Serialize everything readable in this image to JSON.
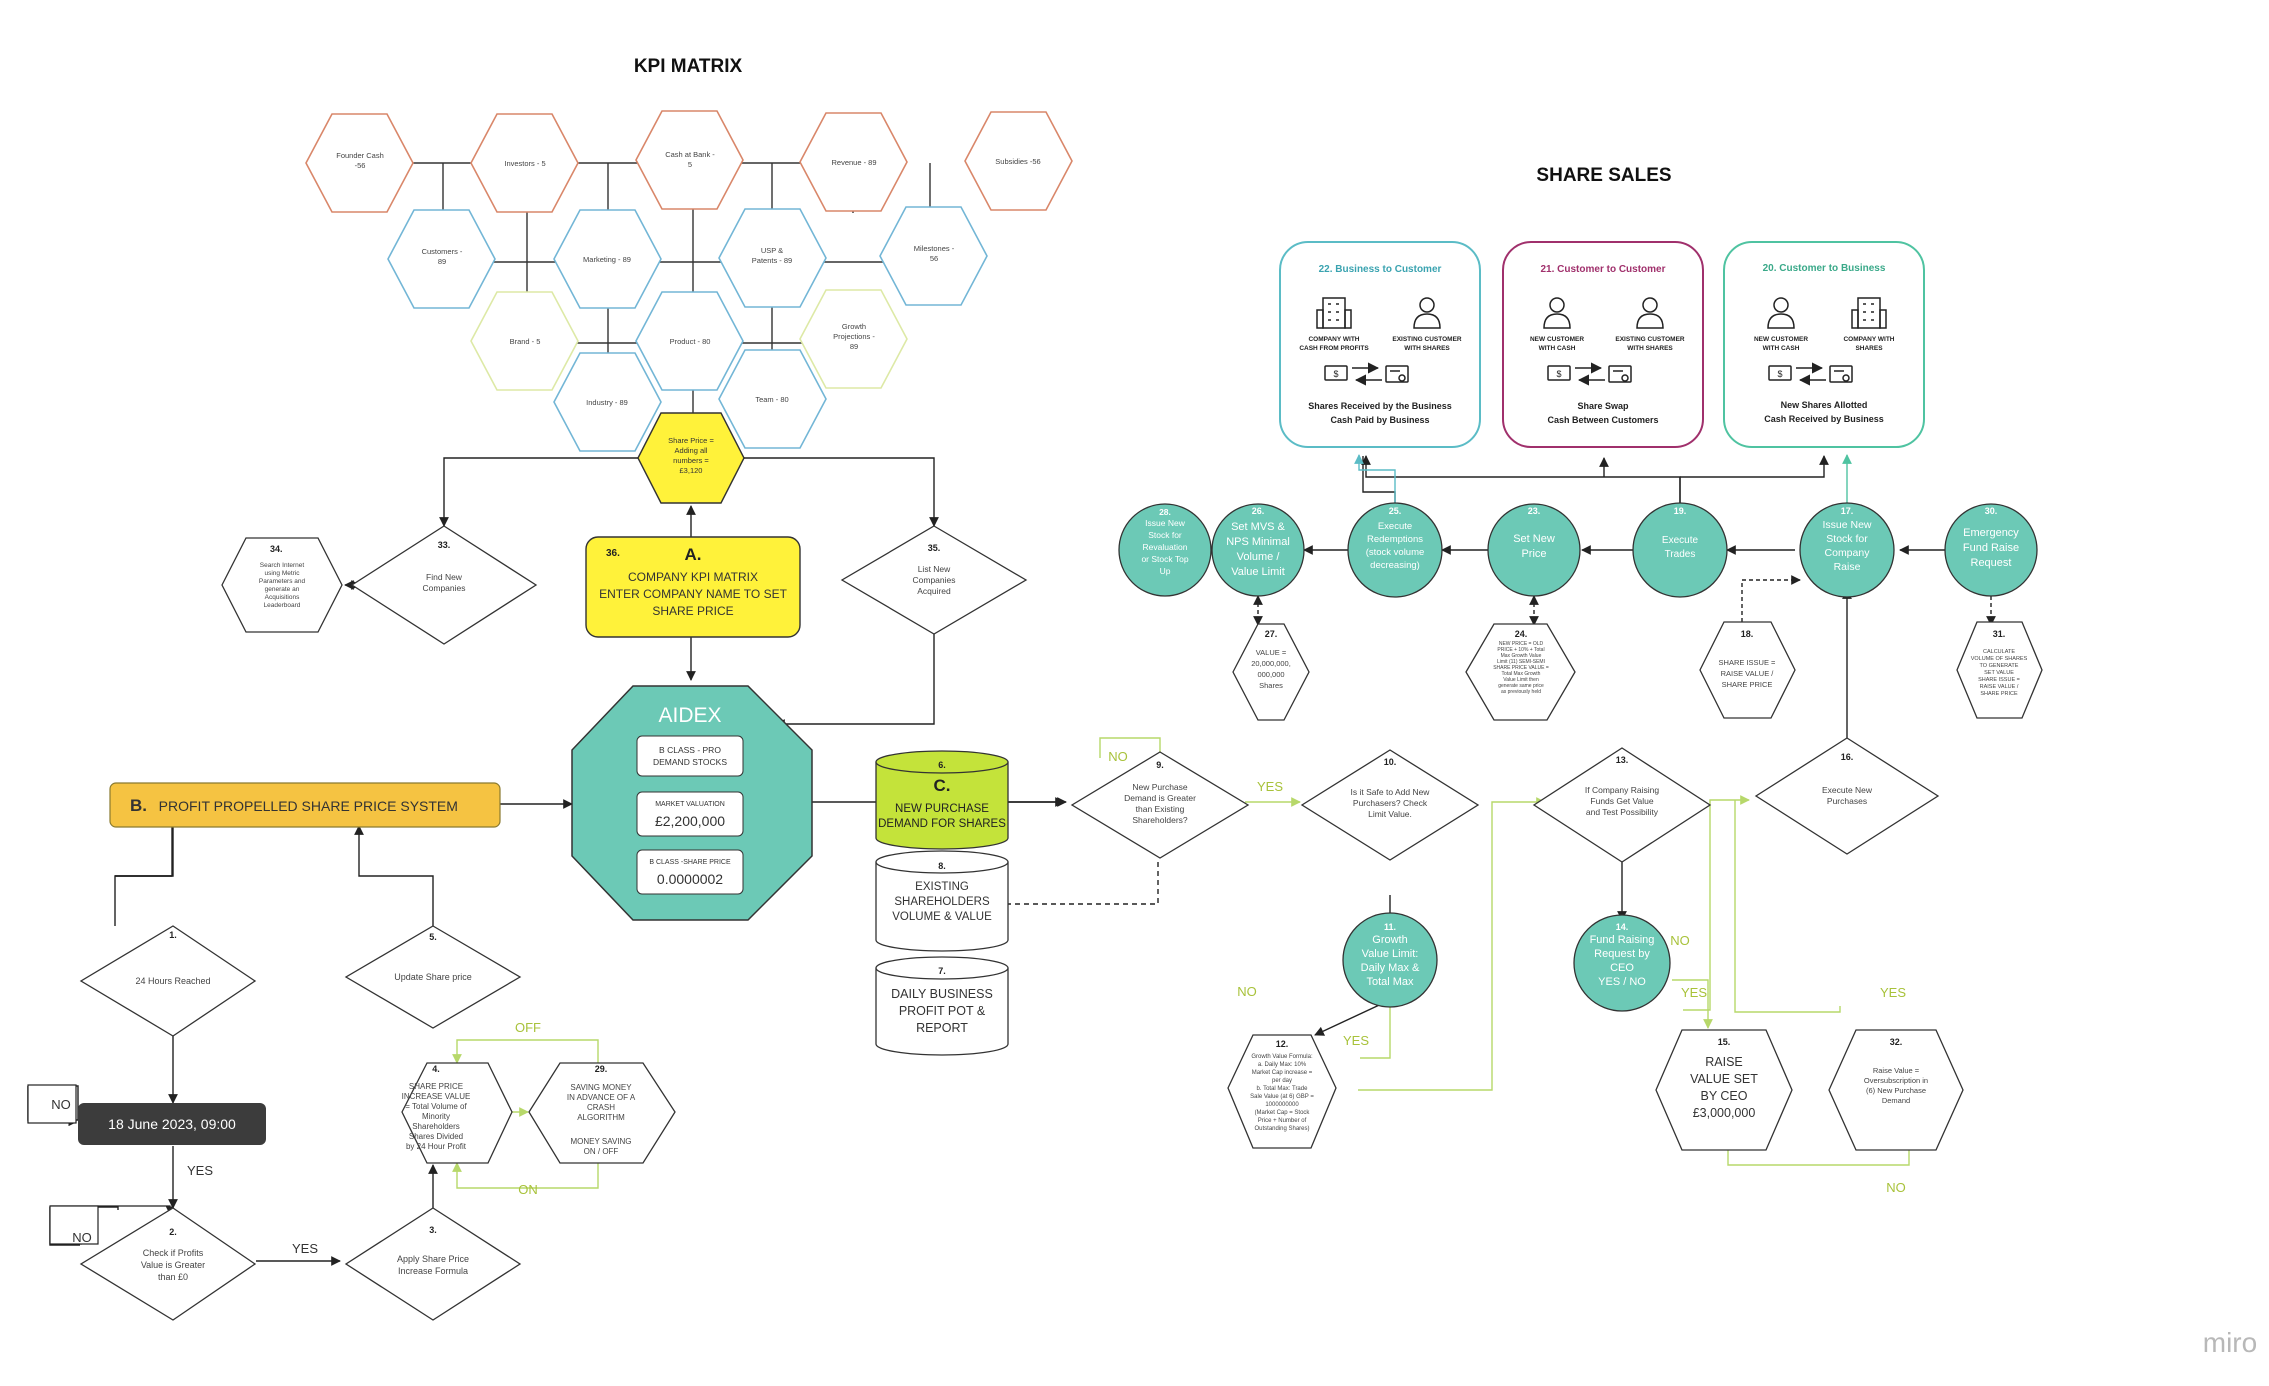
{
  "titles": {
    "kpi_matrix": "KPI MATRIX",
    "share_sales": "SHARE SALES",
    "watermark": "miro"
  },
  "kpi_hexes": {
    "founder_cash": "Founder Cash -56",
    "investors": "Investors - 5",
    "cash_at_bank": "Cash at Bank - 5",
    "revenue": "Revenue - 89",
    "subsidies": "Subsidies -56",
    "customers": "Customers - 89",
    "marketing": "Marketing - 89",
    "usp_patents": "USP & Patents - 89",
    "milestones": "Milestones - 56",
    "brand": "Brand - 5",
    "product": "Product - 80",
    "growth_projections": "Growth Projections - 89",
    "industry": "Industry - 89",
    "team": "Team - 80",
    "share_price": "Share Price = Adding all numbers = £3,120"
  },
  "left_flow": {
    "n33_num": "33.",
    "n33_text": "Find New Companies",
    "n34_num": "34.",
    "n34_text": "Search Internet using Metric Parameters and generate an Acquisitions Leaderboard",
    "n35_num": "35.",
    "n35_text": "List New Companies Acquired",
    "n36_num": "36.",
    "a_letter": "A.",
    "a_text": "COMPANY KPI MATRIX ENTER COMPANY NAME TO SET SHARE PRICE",
    "b_text": "B.   PROFIT PROPELLED SHARE PRICE SYSTEM",
    "aidex": "AIDEX",
    "aidex_class": "B CLASS - PRO DEMAND STOCKS",
    "aidex_mv_label": "MARKET VALUATION",
    "aidex_mv_value": "£2,200,000",
    "aidex_sp_label": "B CLASS -SHARE PRICE",
    "aidex_sp_value": "0.0000002",
    "c_num": "6.",
    "c_letter": "C.",
    "c_text": "NEW PURCHASE DEMAND FOR SHARES",
    "n8_num": "8.",
    "n8_text": "EXISTING SHAREHOLDERS VOLUME & VALUE",
    "n7_num": "7.",
    "n7_text": "DAILY BUSINESS PROFIT POT & REPORT",
    "n1_num": "1.",
    "n1_text": "24 Hours Reached",
    "n5_num": "5.",
    "n5_text": "Update Share price",
    "date_label": "18 June 2023, 09:00",
    "n2_num": "2.",
    "n2_text": "Check if Profits Value is Greater than £0",
    "n3_num": "3.",
    "n3_text": "Apply Share Price Increase Formula",
    "n4_num": "4.",
    "n4_text": "SHARE PRICE INCREASE VALUE = Total Volume of Minority Shareholders Shares Divided by 24 Hour Profit",
    "n29_num": "29.",
    "n29_text": "SAVING MONEY IN ADVANCE OF A CRASH ALGORITHM",
    "n29_sub": "MONEY SAVING ON / OFF",
    "lbl_no": "NO",
    "lbl_yes": "YES",
    "lbl_off": "OFF",
    "lbl_on": "ON"
  },
  "right_flow": {
    "n9_num": "9.",
    "n9_text": "New Purchase Demand is Greater than Existing Shareholders?",
    "n10_num": "10.",
    "n10_text": "Is it Safe to Add New Purchasers? Check Limit Value.",
    "n11_num": "11.",
    "n11_text": "Growth Value Limit: Daily Max & Total Max",
    "n12_num": "12.",
    "n12_text": "Growth Value Formula: a. Daily Max: 10% Market Cap increase = per day b. Total Max: Trade Sale Value (at 6) GBP = 1000000000 (Market Cap = Stock Price + Number of Outstanding Shares)",
    "n13_num": "13.",
    "n13_text": "If Company Raising Funds Get Value and Test Possibility",
    "n14_num": "14.",
    "n14_text": "Fund Raising Request by CEO YES / NO",
    "n15_num": "15.",
    "n15_text": "RAISE VALUE SET BY CEO £3,000,000",
    "n32_num": "32.",
    "n32_text": "Raise Value = Oversubscription in (6) New Purchase Demand",
    "n16_num": "16.",
    "n16_text": "Execute New Purchases",
    "lbl_no": "NO",
    "lbl_yes": "YES"
  },
  "share_sales": {
    "box22_title": "22. Business to Customer",
    "box22_a": "COMPANY WITH CASH FROM PROFITS",
    "box22_b": "EXISTING CUSTOMER WITH SHARES",
    "box22_c1": "Shares Received by the Business",
    "box22_c2": "Cash Paid by Business",
    "box21_title": "21. Customer to Customer",
    "box21_a": "NEW CUSTOMER WITH CASH",
    "box21_b": "EXISTING CUSTOMER WITH SHARES",
    "box21_c1": "Share Swap",
    "box21_c2": "Cash Between Customers",
    "box20_title": "20. Customer to Business",
    "box20_a": "NEW CUSTOMER WITH CASH",
    "box20_b": "COMPANY WITH SHARES",
    "box20_c1": "New Shares Allotted",
    "box20_c2": "Cash Received by Business",
    "n28_num": "28.",
    "n28_text": "Issue New Stock for Revaluation or Stock Top Up",
    "n26_num": "26.",
    "n26_text": "Set MVS & NPS Minimal Volume / Value Limit",
    "n25_num": "25.",
    "n25_text": "Execute Redemptions (stock volume decreasing)",
    "n23_num": "23.",
    "n23_text": "Set New Price",
    "n19_num": "19.",
    "n19_text": "Execute Trades",
    "n17_num": "17.",
    "n17_text": "Issue New Stock for Company Raise",
    "n30_num": "30.",
    "n30_text": "Emergency Fund Raise Request",
    "n27_num": "27.",
    "n27_text": "VALUE = 20,000,000, 000,000 Shares",
    "n24_num": "24.",
    "n24_text": "NEW PRICE = OLD PRICE + 10% + Total Max Growth Value Limit (11) SEMI-SEMI SHARE PRICE VALUE = Total Max Growth Value Limit then generate same price as previously held",
    "n18_num": "18.",
    "n18_text": "SHARE ISSUE = RAISE VALUE / SHARE PRICE",
    "n31_num": "31.",
    "n31_text": "CALCULATE VOLUME OF SHARES TO GENERATE SET VALUE SHARE ISSUE = RAISE VALUE / SHARE PRICE"
  },
  "colors": {
    "teal": "#6cc9b6",
    "yellow_node": "#fff23a",
    "orange_bar": "#f5c342",
    "lime_cyl": "#c4e33a",
    "dark_box": "#3c3c3c",
    "hex_orange": "#d9876a",
    "hex_blue": "#73b6d6",
    "hex_yellow": "#dde9a6",
    "box_cyan": "#5bbcc6",
    "box_purple": "#a0306c",
    "box_green": "#4fc3a1"
  }
}
